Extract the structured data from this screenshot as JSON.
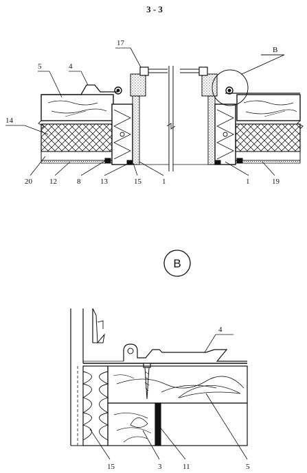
{
  "section_title": "3 - 3",
  "detail_marker": "B",
  "callout_label": "B",
  "top_labels": {
    "l17": "17",
    "l5": "5",
    "l4": "4",
    "l14": "14",
    "l20": "20",
    "l12": "12",
    "l8": "8",
    "l13": "13",
    "l15": "15",
    "l1a": "1",
    "l1b": "1",
    "l19": "19"
  },
  "detail_labels": {
    "d4": "4",
    "d15": "15",
    "d3": "3",
    "d11": "11",
    "d5": "5"
  }
}
